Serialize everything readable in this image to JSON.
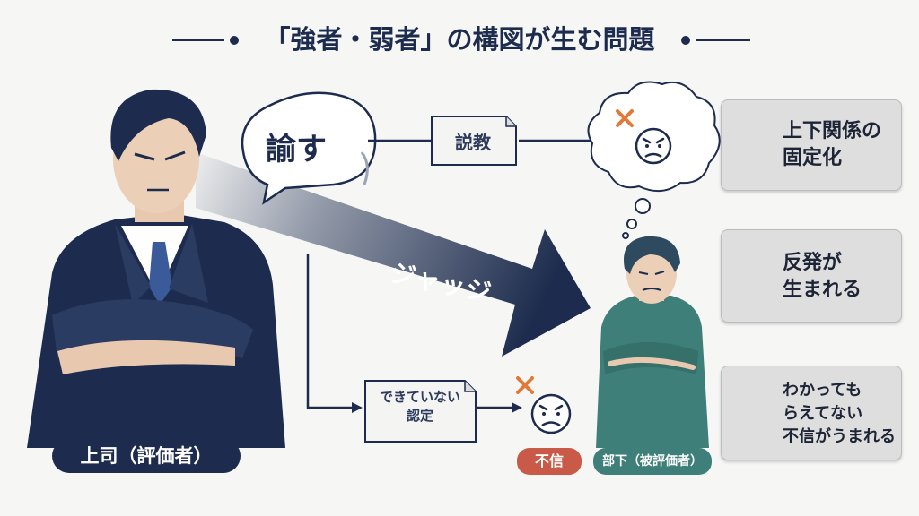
{
  "title": "「強者・弱者」の構図が生む問題",
  "bubble": "諭す",
  "arrow_label": "ジャッジ",
  "doc_top": "説教",
  "doc_bottom": [
    "できていない",
    "認定"
  ],
  "boss_label": "上司（評価者）",
  "distrust_label": "不信",
  "subordinate_label": "部下（被評価者）",
  "problems": [
    {
      "icon": "broken-link-icon",
      "lines": [
        "上下関係の",
        "固定化"
      ]
    },
    {
      "icon": "gears-icon",
      "lines": [
        "反発が",
        "生まれる"
      ]
    },
    {
      "icon": "gears-icon",
      "lines": [
        "わかっても",
        "らえてない",
        "不信がうまれる"
      ]
    }
  ],
  "colors": {
    "navy": "#1d2c4e",
    "teal": "#3f7f7a",
    "red": "#c85a47",
    "cross": "#e07a3a",
    "card": "#dedede"
  }
}
